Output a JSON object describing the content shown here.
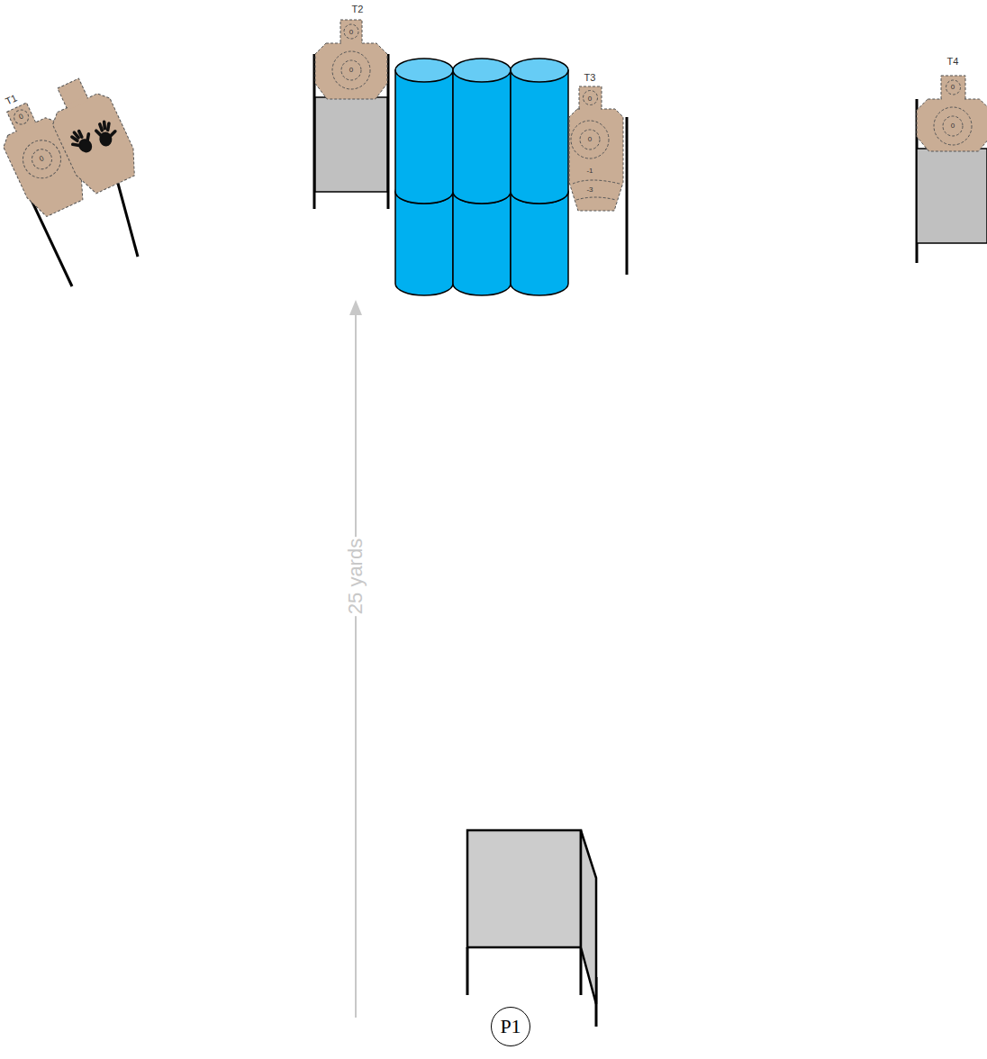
{
  "diagram": {
    "nodes": [
      {
        "text": [
          "T1",
          "0",
          "0"
        ]
      },
      {
        "text": [
          "T2",
          "0",
          "0"
        ]
      },
      {
        "text": [
          "T3",
          "0",
          "0",
          "-1",
          "-3"
        ]
      },
      {
        "text": [
          "T4",
          "0",
          "0"
        ]
      },
      {
        "text": [
          "P1"
        ]
      }
    ],
    "labels": [
      "25 yards"
    ]
  }
}
